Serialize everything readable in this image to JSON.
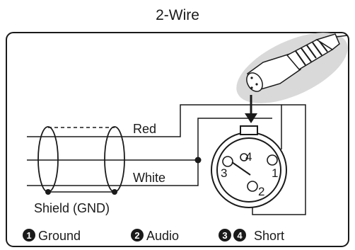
{
  "title": "2-Wire",
  "wires": {
    "red": "Red",
    "white": "White"
  },
  "shield_label": "Shield (GND)",
  "pins": [
    "1",
    "2",
    "3",
    "4"
  ],
  "legend": [
    {
      "badge": "1",
      "text": "Ground"
    },
    {
      "badge": "2",
      "text": "Audio"
    },
    {
      "badges": [
        "3",
        "4"
      ],
      "text": "Short"
    }
  ],
  "colors": {
    "line": "#1a1a1a",
    "plug_shadow": "#d9d9d9"
  }
}
